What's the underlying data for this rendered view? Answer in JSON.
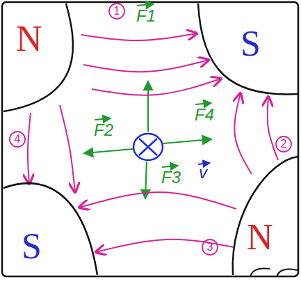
{
  "diagram": {
    "nodes": [
      {
        "text": [
          "N"
        ]
      },
      {
        "text": [
          "S"
        ]
      },
      {
        "text": [
          "S"
        ]
      },
      {
        "text": [
          "N"
        ]
      }
    ],
    "edges": [
      {
        "from": 0,
        "to": 1,
        "arrow": "to"
      },
      {
        "from": 0,
        "to": 1,
        "arrow": "to"
      },
      {
        "from": 0,
        "to": 1,
        "arrow": "to"
      },
      {
        "from": 3,
        "to": 1,
        "arrow": "to"
      },
      {
        "from": 3,
        "to": 1,
        "arrow": "to"
      },
      {
        "from": 3,
        "to": 2,
        "arrow": "to"
      },
      {
        "from": 3,
        "to": 2,
        "arrow": "to"
      },
      {
        "from": 0,
        "to": 2,
        "arrow": "to"
      },
      {
        "from": 0,
        "to": 2,
        "arrow": "to"
      }
    ],
    "labels": [
      "1",
      "2",
      "3",
      "4",
      "F1",
      "F2",
      "F3",
      "F4",
      "v"
    ]
  }
}
